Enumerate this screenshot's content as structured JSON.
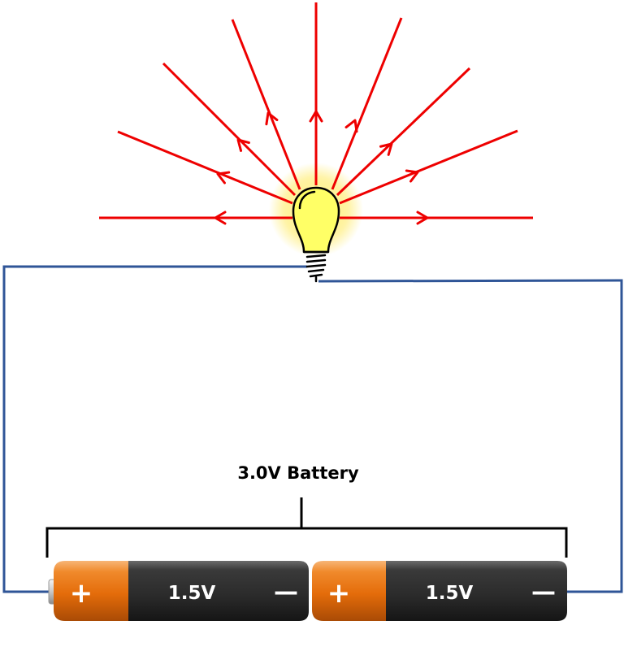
{
  "battery_group": {
    "label": "3.0V Battery"
  },
  "cells": [
    {
      "voltage": "1.5V",
      "positive_symbol": "+",
      "negative_symbol": "—"
    },
    {
      "voltage": "1.5V",
      "positive_symbol": "+",
      "negative_symbol": "—"
    }
  ],
  "colors": {
    "wire": "#2f5597",
    "rays": "#ee0000",
    "cell_orange": "#e46c0a",
    "cell_body": "#2b2b2b",
    "bulb_fill": "#ffff66",
    "bulb_glow": "#ffd400"
  },
  "icons": {
    "bulb": "light-bulb-icon",
    "battery": "battery-cell-icon"
  }
}
